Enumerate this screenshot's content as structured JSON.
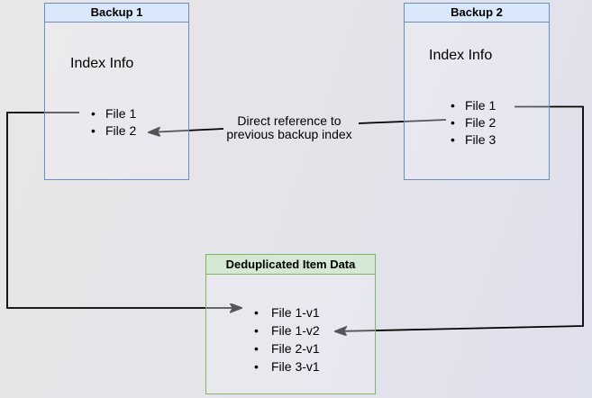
{
  "diagram": {
    "backup1": {
      "title": "Backup 1",
      "index_label": "Index Info",
      "files": [
        "File 1",
        "File 2"
      ]
    },
    "backup2": {
      "title": "Backup 2",
      "index_label": "Index Info",
      "files": [
        "File 1",
        "File 2",
        "File 3"
      ]
    },
    "dedup": {
      "title": "Deduplicated Item Data",
      "files": [
        "File 1-v1",
        "File 1-v2",
        "File 2-v1",
        "File 3-v1"
      ]
    },
    "edge_label": "Direct reference to previous backup index",
    "colors": {
      "blue_header_fill": "#dae8fc",
      "blue_border": "#6c8ebf",
      "green_header_fill": "#d5e8d4",
      "green_border": "#82b366",
      "connector": "#000000"
    }
  }
}
